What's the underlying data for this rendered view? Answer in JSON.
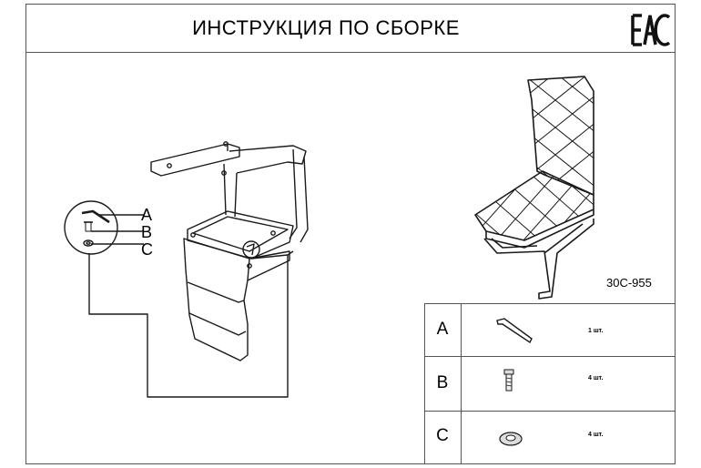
{
  "header": {
    "title": "ИНСТРУКЦИЯ ПО СБОРКЕ",
    "certification_mark": "EAC"
  },
  "product": {
    "code": "30С-955"
  },
  "callout_labels": [
    "A",
    "B",
    "C"
  ],
  "parts": [
    {
      "letter": "A",
      "icon": "hex-key-icon",
      "qty": "1 шт."
    },
    {
      "letter": "B",
      "icon": "bolt-icon",
      "qty": "4 шт."
    },
    {
      "letter": "C",
      "icon": "washer-icon",
      "qty": "4 шт."
    }
  ],
  "colors": {
    "line": "#1a1a1a",
    "border": "#555555",
    "background": "#ffffff"
  }
}
